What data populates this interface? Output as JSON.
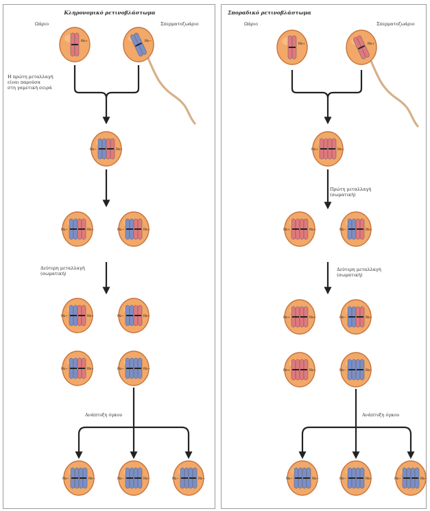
{
  "left_panel": {
    "title": "Κληρονομικό ρετινοβλάστωμα",
    "egg_label": "Ωάριο",
    "sperm_label": "Σπερματοζωάριο",
    "first_mutation_note": [
      "Η πρώτη μεταλλαγή",
      "είναι παρούσα",
      "στη γαμετική σειρά"
    ],
    "second_mutation_note": [
      "Δεύτερη μεταλλαγή",
      "(σωματική)"
    ],
    "tumor_label": "Ανάπτυξη όγκου"
  },
  "right_panel": {
    "title": "Σποραδικό ρετινοβλάστωμα",
    "egg_label": "Ωάριο",
    "sperm_label": "Σπερματοζωάριο",
    "first_mutation_note": [
      "Πρώτη μεταλλαγή",
      "(σωματική)"
    ],
    "second_mutation_note": [
      "Δεύτερη μεταλλαγή",
      "(σωματική)"
    ],
    "tumor_label": "Ανάπτυξη όγκου"
  },
  "allele": {
    "normal": "Rb+",
    "mutant": "Rb−"
  },
  "colors": {
    "cell_fill": "#f2a868",
    "cell_stroke": "#c8733a",
    "chrom_red": "#e1797b",
    "chrom_blue": "#7d8fc4",
    "arrow": "#222222",
    "tail": "#d6b089"
  }
}
